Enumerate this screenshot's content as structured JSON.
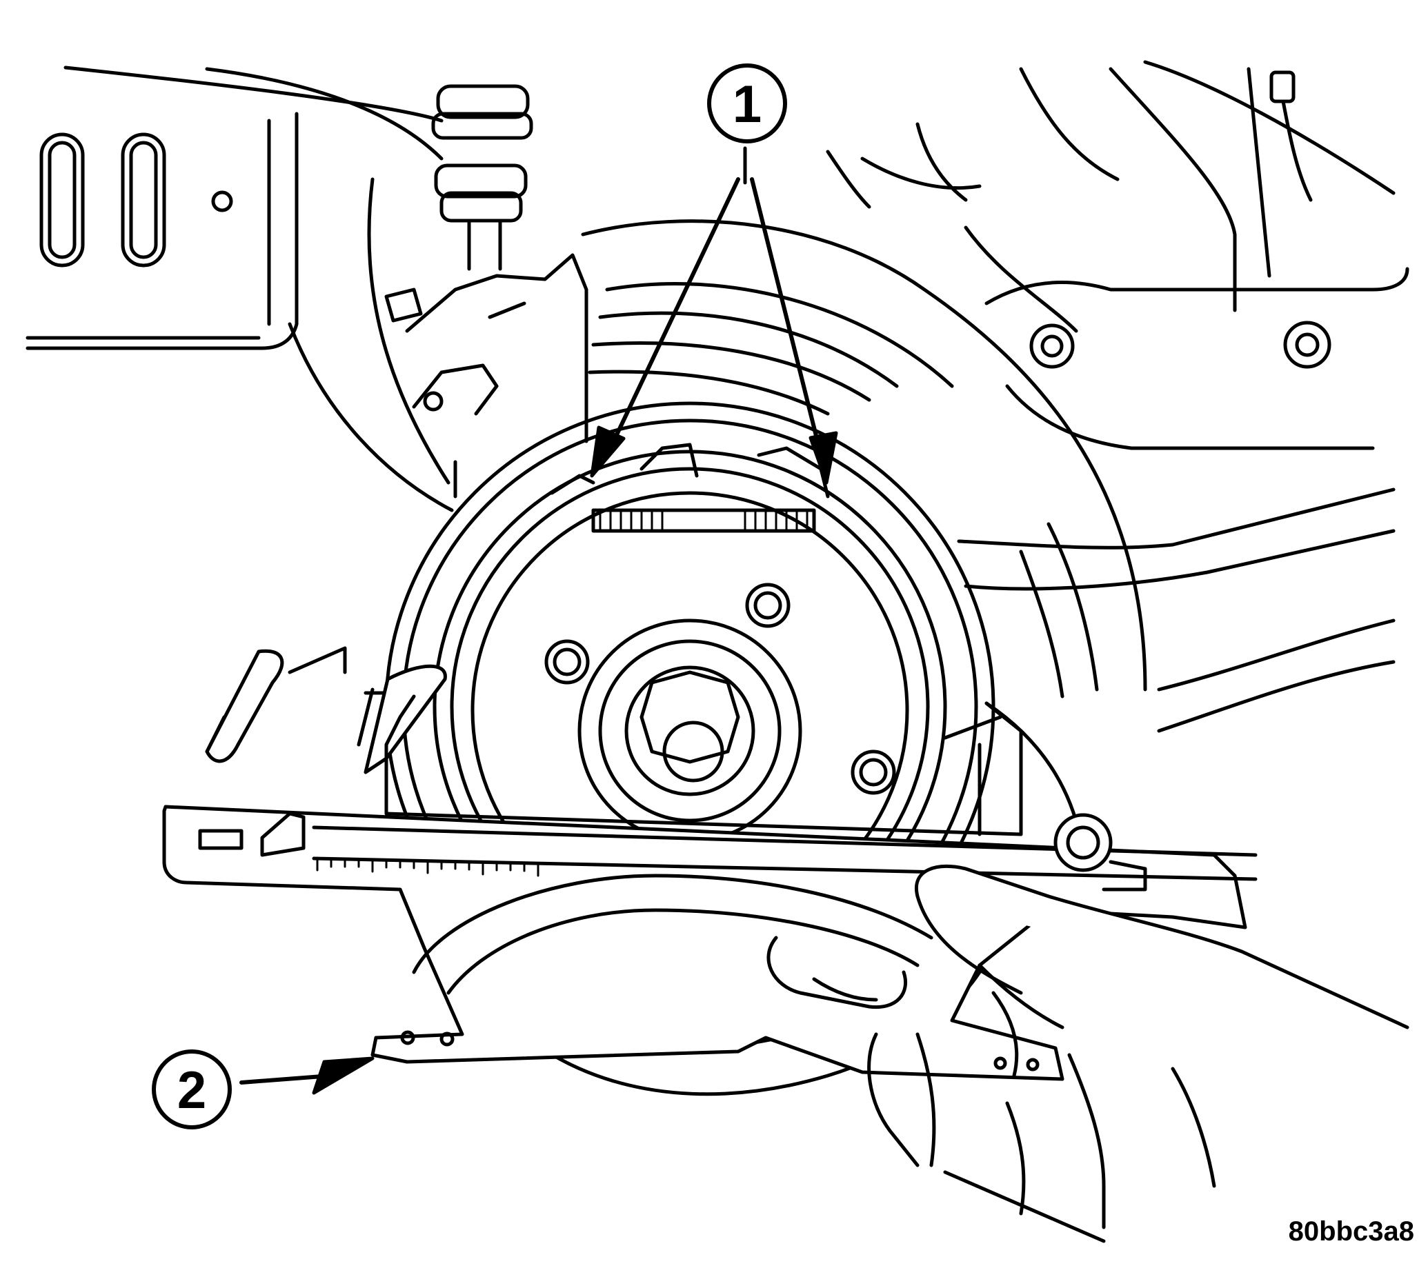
{
  "callouts": {
    "one": {
      "label": "1"
    },
    "two": {
      "label": "2"
    }
  },
  "figure_id": "80bbc3a8",
  "colors": {
    "ink": "#000000",
    "paper": "#ffffff"
  }
}
